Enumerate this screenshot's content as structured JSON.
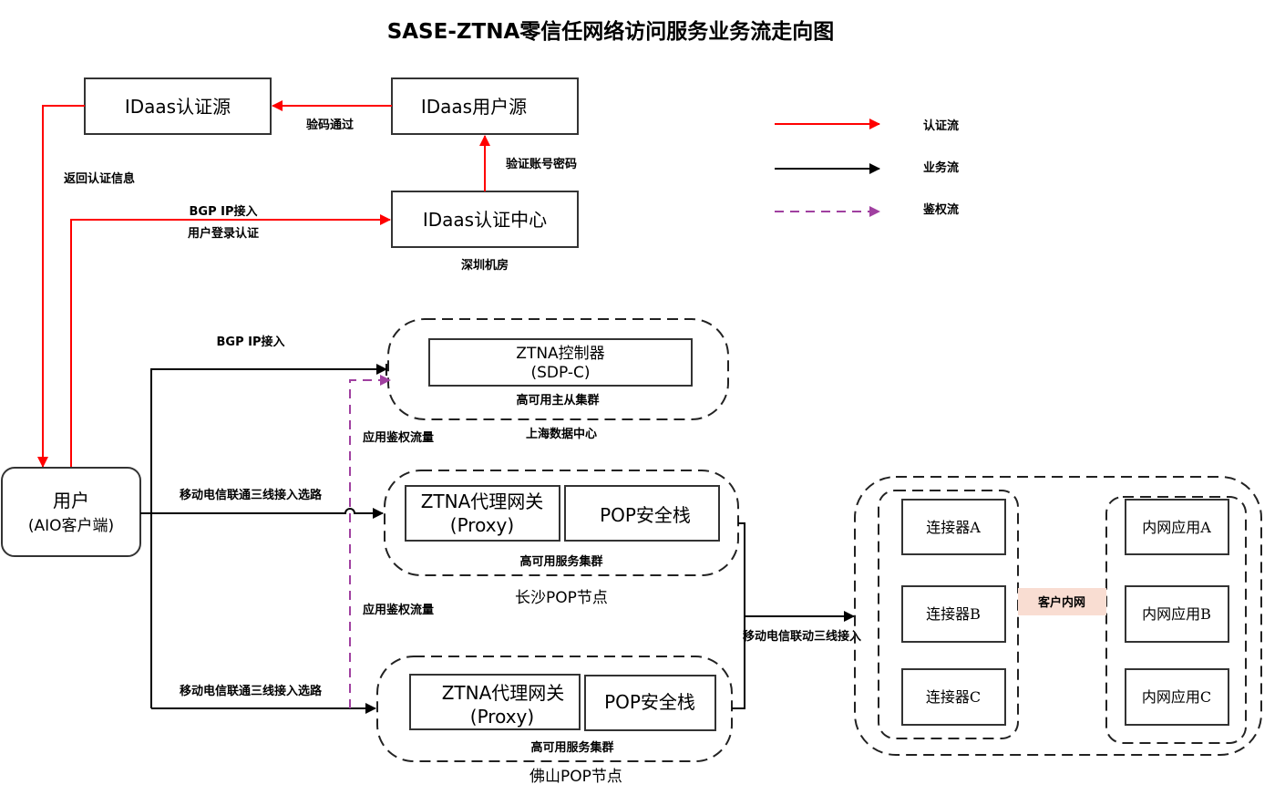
{
  "title": "SASE-ZTNA零信任网络访问服务业务流走向图",
  "legend": [
    {
      "label": "认证流",
      "color": "#ff0000",
      "style": "solid"
    },
    {
      "label": "业务流",
      "color": "#000000",
      "style": "solid"
    },
    {
      "label": "鉴权流",
      "color": "#a040a0",
      "style": "dashed"
    }
  ],
  "nodes": {
    "idaas_auth_source": "IDaas认证源",
    "idaas_user_source": "IDaas用户源",
    "idaas_auth_center": "IDaas认证中心",
    "user_line1": "用户",
    "user_line2": "(AIO客户端)",
    "ztna_controller_line1": "ZTNA控制器",
    "ztna_controller_line2": "(SDP-C)",
    "cs_proxy_line1": "ZTNA代理网关",
    "cs_proxy_line2": "(Proxy)",
    "cs_pop_stack": "POP安全栈",
    "fs_proxy_line1": "ZTNA代理网关",
    "fs_proxy_line2": "(Proxy)",
    "fs_pop_stack": "POP安全栈",
    "connectors": [
      "连接器A",
      "连接器B",
      "连接器C"
    ],
    "intranet_apps": [
      "内网应用A",
      "内网应用B",
      "内网应用C"
    ]
  },
  "groups": {
    "controller_cluster": "高可用主从集群",
    "controller_site": "上海数据中心",
    "cs_cluster": "高可用服务集群",
    "cs_site": "长沙POP节点",
    "fs_cluster": "高可用服务集群",
    "fs_site": "佛山POP节点",
    "auth_center_site": "深圳机房",
    "customer_intranet": "客户内网"
  },
  "edge_labels": {
    "verify_pass": "验码通过",
    "verify_account": "验证账号密码",
    "return_auth_info": "返回认证信息",
    "bgp_login_1": "BGP IP接入",
    "bgp_login_2": "用户登录认证",
    "bgp_controller": "BGP IP接入",
    "app_auth_traffic_1": "应用鉴权流量",
    "app_auth_traffic_2": "应用鉴权流量",
    "three_line_cs": "移动电信联通三线接入选路",
    "three_line_fs": "移动电信联通三线接入选路",
    "three_line_intranet": "移动电信联动三线接入"
  }
}
